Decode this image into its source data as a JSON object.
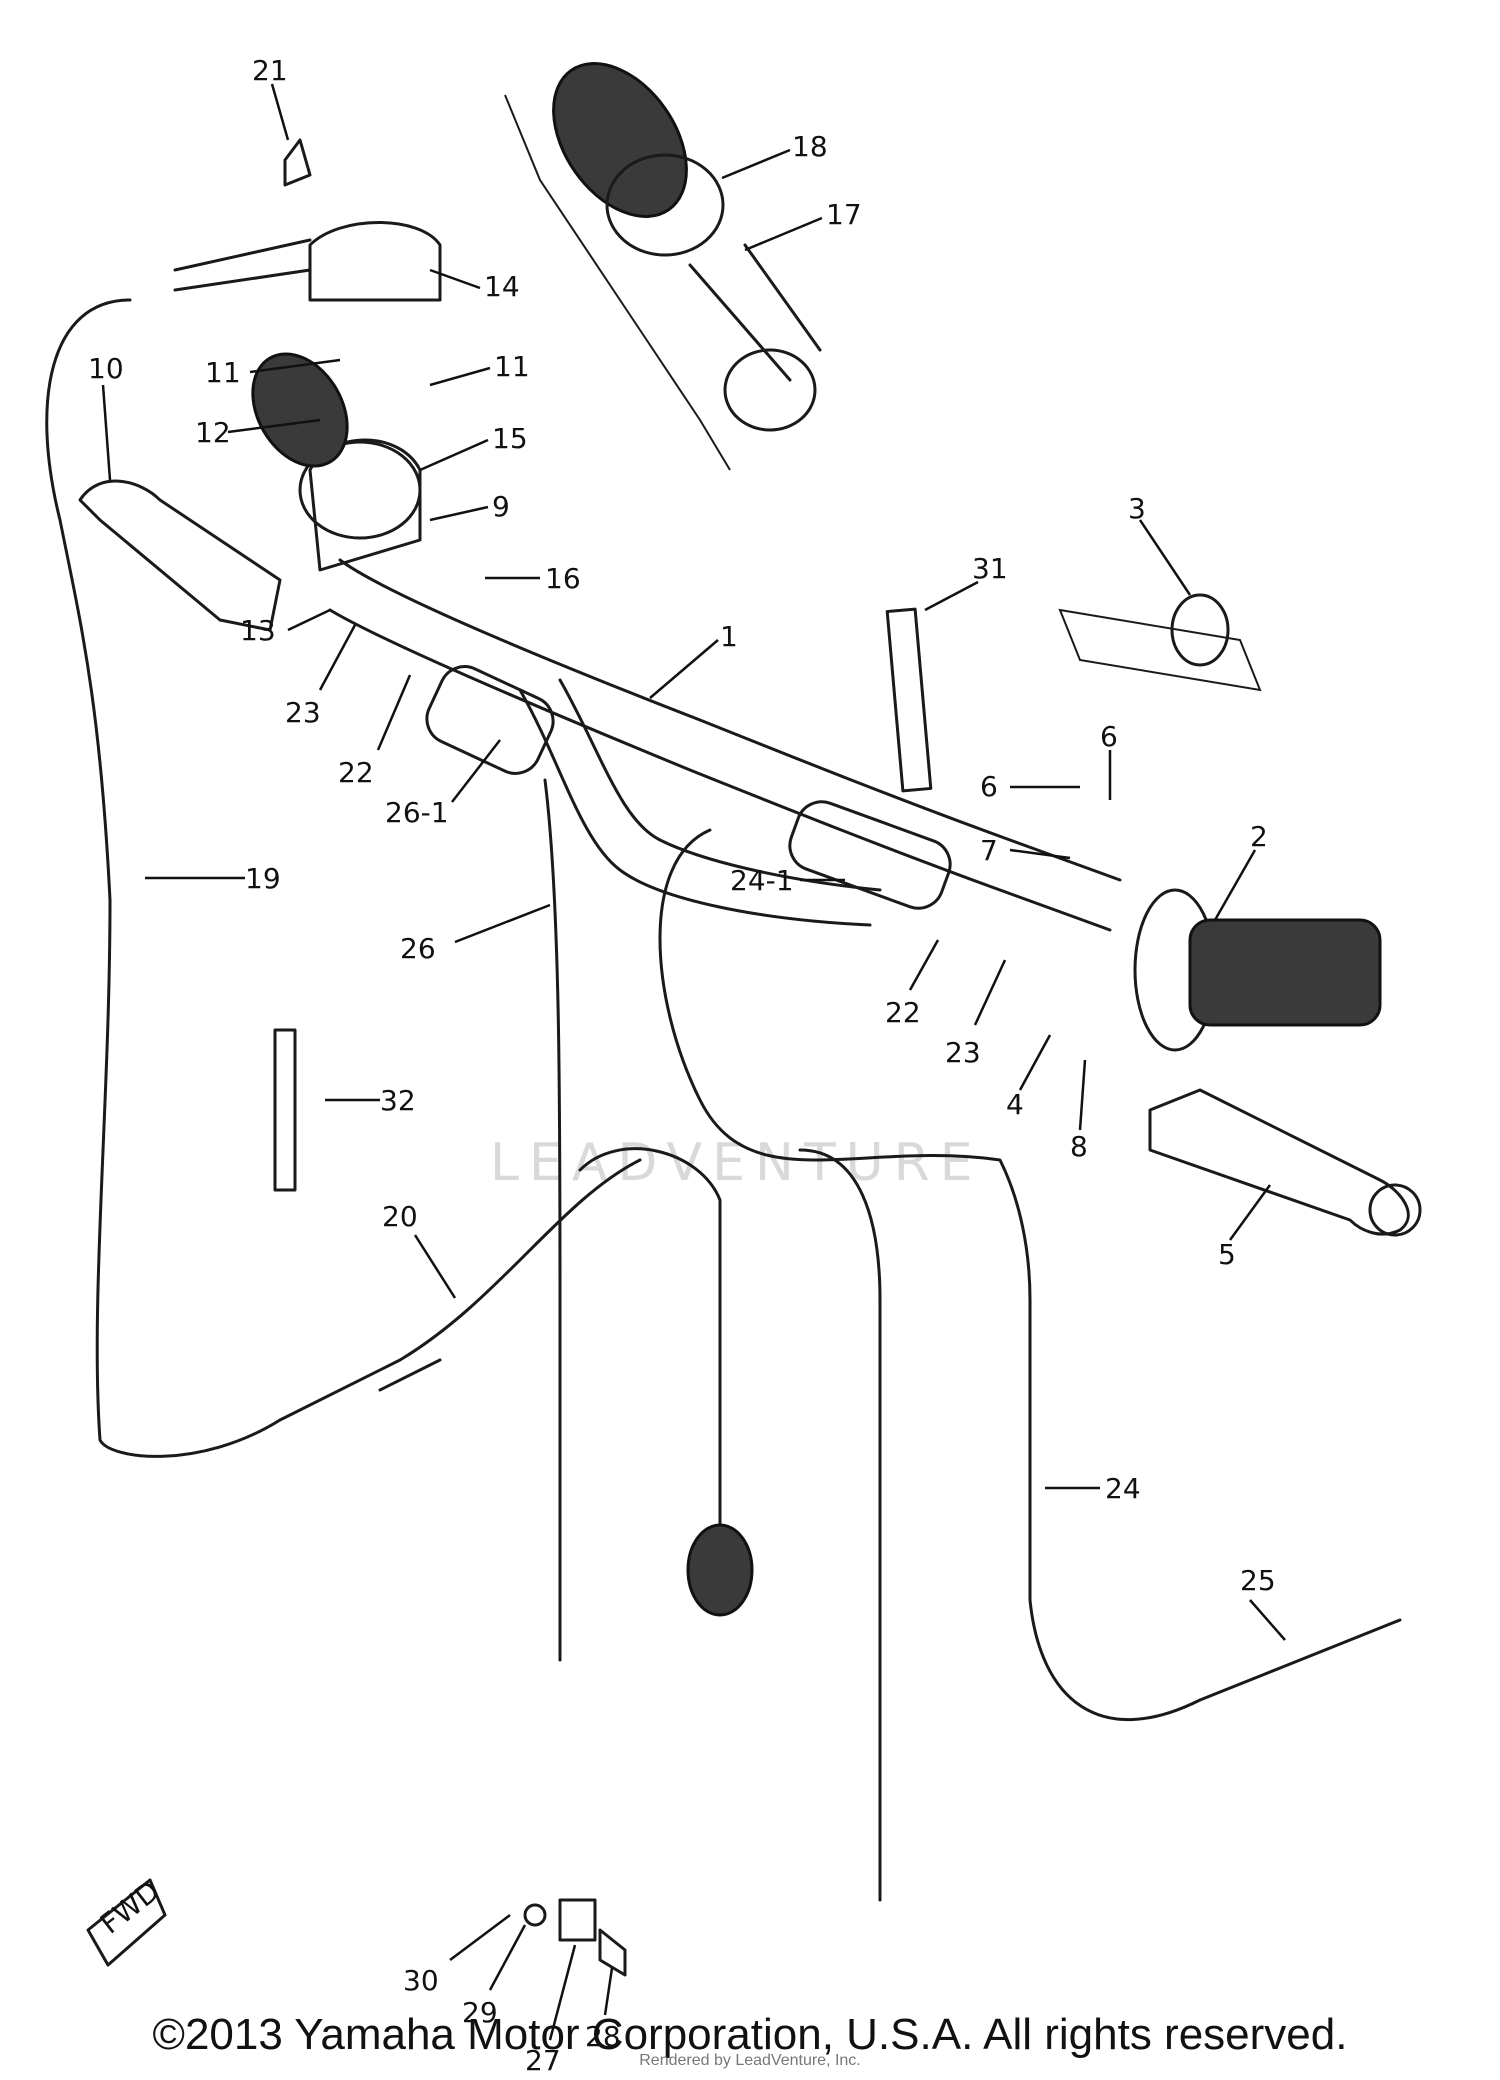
{
  "watermark": "LEADVENTURE",
  "fwd_label": "FWD",
  "copyright": "©2013 Yamaha Motor Corporation, U.S.A. All rights reserved.",
  "sub_credit": "Rendered by LeadVenture, Inc.",
  "callouts": [
    "21",
    "18",
    "17",
    "14",
    "11",
    "11",
    "10",
    "12",
    "15",
    "9",
    "16",
    "13",
    "23",
    "22",
    "26-1",
    "19",
    "26",
    "1",
    "31",
    "3",
    "6",
    "6",
    "7",
    "2",
    "24-1",
    "22",
    "23",
    "4",
    "8",
    "32",
    "20",
    "5",
    "24",
    "25",
    "30",
    "29",
    "27",
    "28"
  ]
}
